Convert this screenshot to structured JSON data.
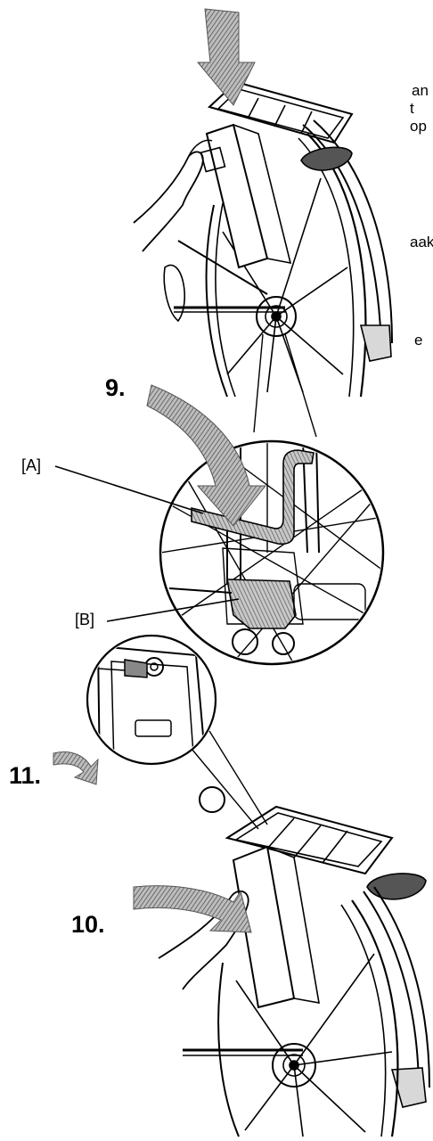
{
  "text_fragments": [
    "an",
    "t op",
    "aak",
    "e"
  ],
  "steps": {
    "s9": "9.",
    "s10": "10.",
    "s11": "11."
  },
  "callouts": {
    "a": "[A]",
    "b": "[B]"
  }
}
